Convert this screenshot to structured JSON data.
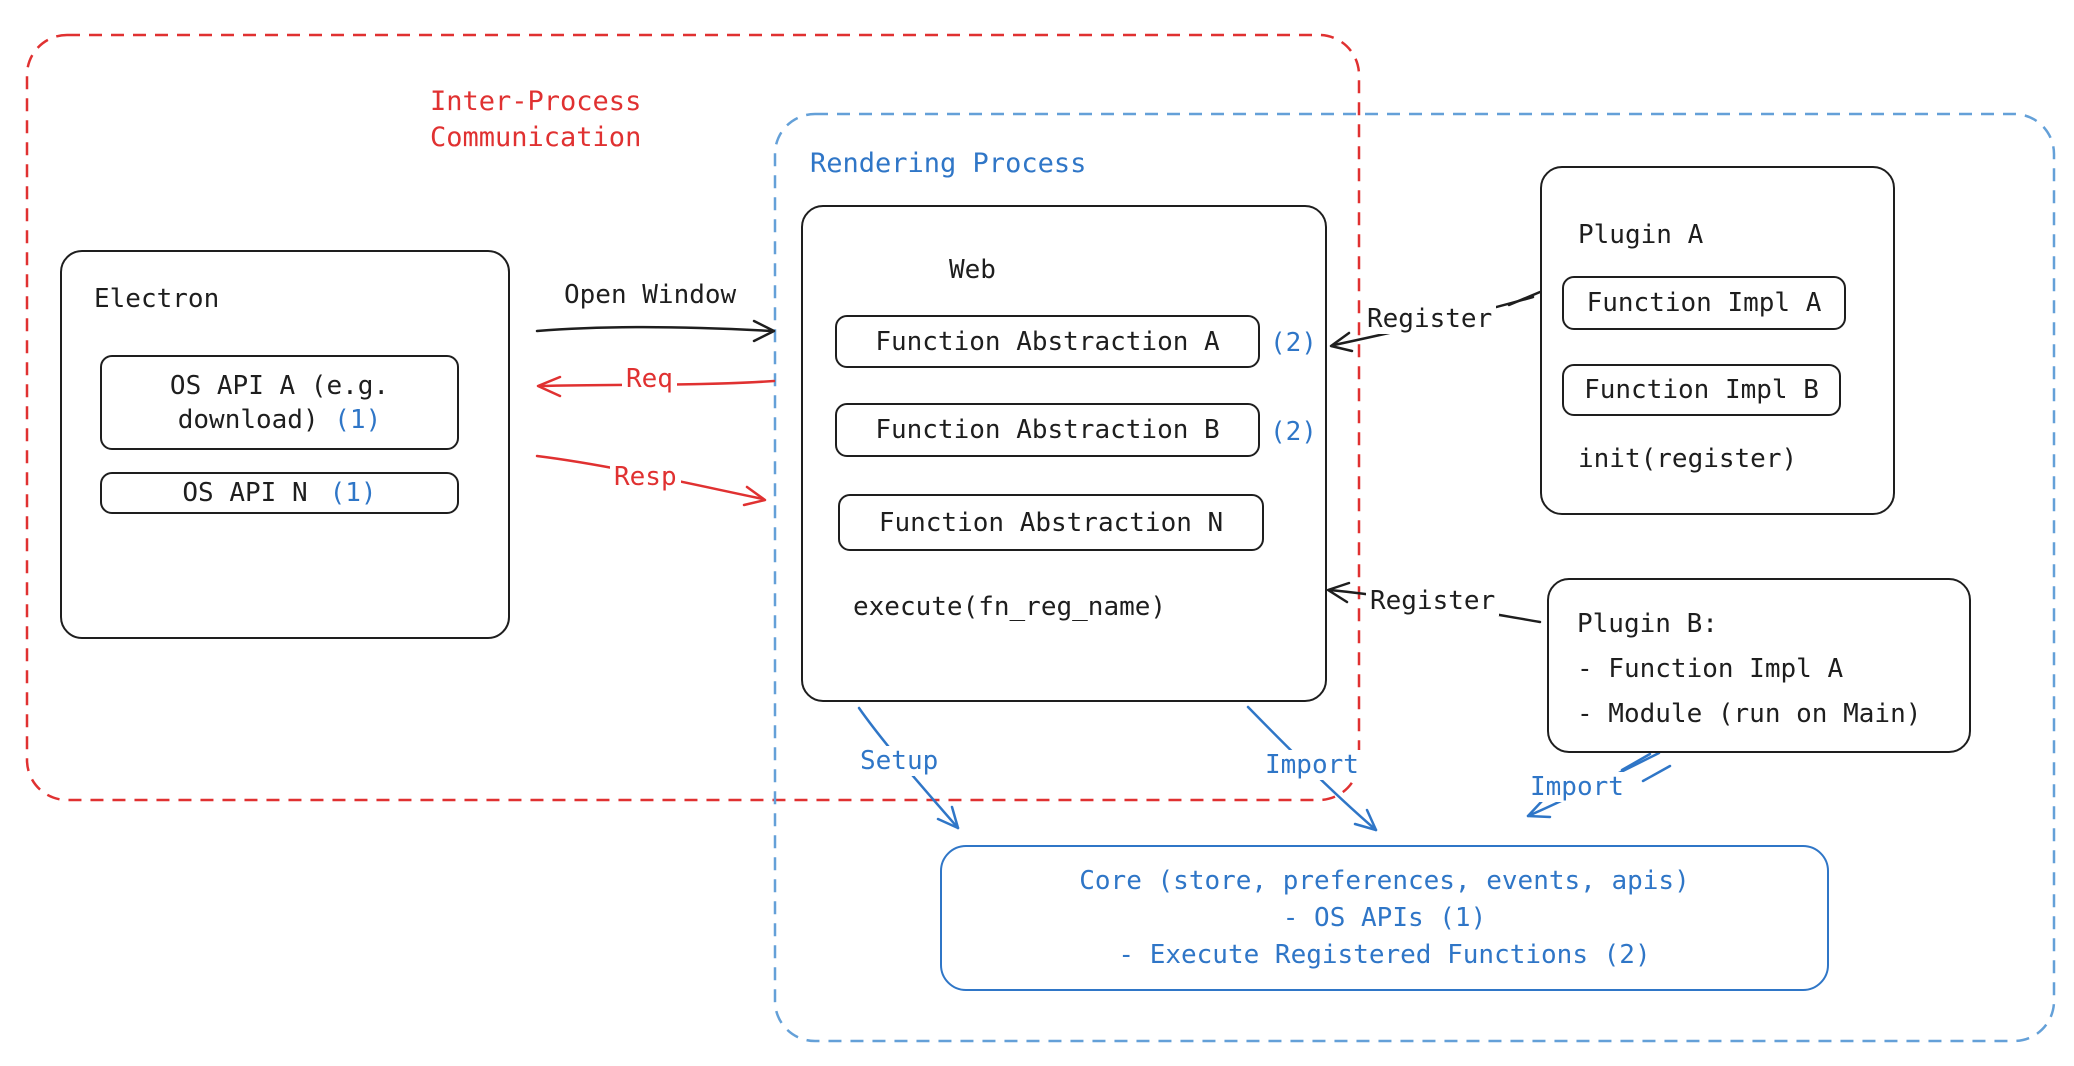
{
  "colors": {
    "red": "#e03131",
    "blue": "#2f76c7",
    "blue-border": "#64a0d8",
    "ink": "#1e1e1e"
  },
  "boundaries": {
    "ipc_label": "Inter-Process\nCommunication",
    "rendering_label": "Rendering Process"
  },
  "electron": {
    "title": "Electron",
    "api_a_label": "OS API A (e.g. download)",
    "api_a_num": "(1)",
    "api_n_label": "OS API N",
    "api_n_num": "(1)"
  },
  "web": {
    "title": "Web",
    "fa_a": "Function Abstraction A",
    "fa_a_num": "(2)",
    "fa_b": "Function Abstraction B",
    "fa_b_num": "(2)",
    "fa_n": "Function Abstraction N",
    "execute": "execute(fn_reg_name)"
  },
  "plugin_a": {
    "title": "Plugin A",
    "impl_a": "Function Impl A",
    "impl_b": "Function Impl B",
    "init": "init(register)"
  },
  "plugin_b": {
    "title": "Plugin B:",
    "item_1": "- Function Impl A",
    "item_2": "- Module (run on Main)"
  },
  "core": {
    "line_1": "Core (store, preferences, events, apis)",
    "line_2": "- OS APIs (1)",
    "line_3": "- Execute Registered Functions (2)"
  },
  "arrows": {
    "open_window": "Open Window",
    "req": "Req",
    "resp": "Resp",
    "register_a": "Register",
    "register_b": "Register",
    "setup": "Setup",
    "import_web": "Import",
    "import_plugin": "Import"
  }
}
